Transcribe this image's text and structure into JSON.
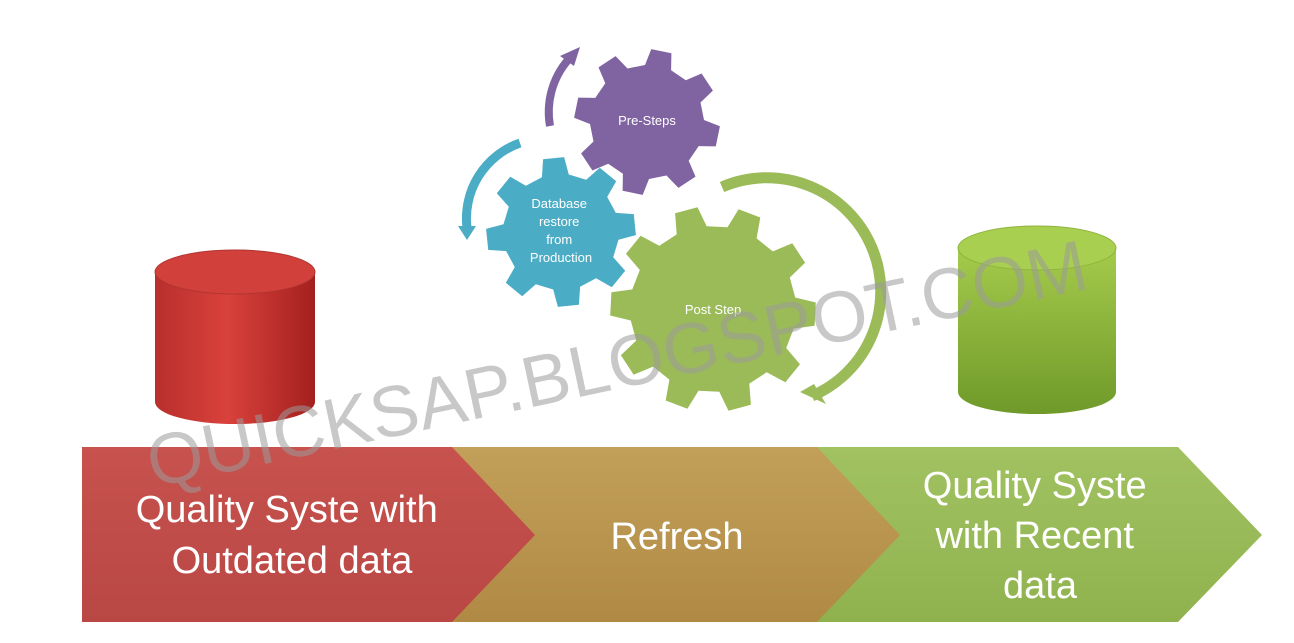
{
  "gears": {
    "pre_steps": "Pre-Steps",
    "db_restore": [
      "Database",
      "restore",
      "from",
      "Production"
    ],
    "post_step": "Post Step"
  },
  "stages": {
    "outdated": [
      "Quality Syste with",
      "Outdated data"
    ],
    "refresh": [
      "Refresh"
    ],
    "recent": [
      "Quality Syste",
      "with Recent",
      "data"
    ]
  },
  "watermark": "QUICKSAP.BLOGSPOT.COM",
  "colors": {
    "red": "#c0504d",
    "tan": "#b8964f",
    "green": "#9bbb59",
    "purple": "#8064a2",
    "teal": "#4bacc6"
  }
}
